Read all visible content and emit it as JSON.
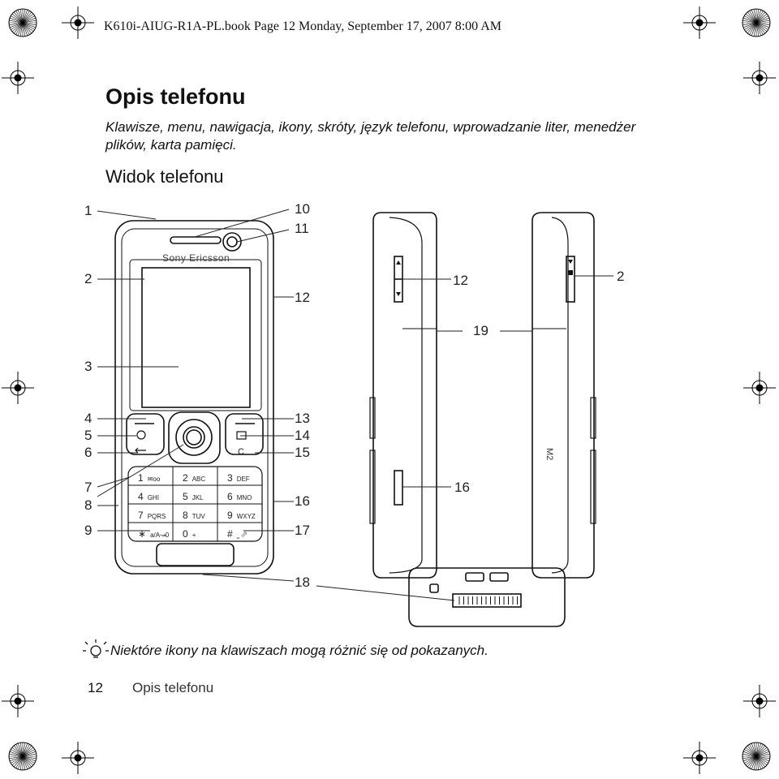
{
  "header": {
    "book_line": "K610i-AIUG-R1A-PL.book  Page 12  Monday, September 17, 2007  8:00 AM"
  },
  "section": {
    "title": "Opis telefonu",
    "intro": "Klawisze, menu, nawigacja, ikony, skróty, język telefonu, wprowadzanie liter, menedżer plików, karta pamięci.",
    "subtitle": "Widok telefonu"
  },
  "diagram": {
    "brand_logo_text": "Sony Ericsson",
    "side_label": "M2",
    "callouts": [
      "1",
      "2",
      "3",
      "4",
      "5",
      "6",
      "7",
      "8",
      "9",
      "10",
      "11",
      "12",
      "13",
      "14",
      "15",
      "16",
      "17",
      "18",
      "19"
    ],
    "side_callouts": {
      "volume": "12",
      "middle": "19",
      "right_key": "2",
      "memory": "16"
    },
    "keypad": [
      {
        "main": "1",
        "sub": "✉oo"
      },
      {
        "main": "2",
        "sub": "ABC"
      },
      {
        "main": "3",
        "sub": "DEF"
      },
      {
        "main": "4",
        "sub": "GHI"
      },
      {
        "main": "5",
        "sub": "JKL"
      },
      {
        "main": "6",
        "sub": "MNO"
      },
      {
        "main": "7",
        "sub": "PQRS"
      },
      {
        "main": "8",
        "sub": "TUV"
      },
      {
        "main": "9",
        "sub": "WXYZ"
      },
      {
        "main": "∗",
        "sub": "a/A↝0"
      },
      {
        "main": "0",
        "sub": "+"
      },
      {
        "main": "#",
        "sub": "⎵ ⇗"
      }
    ],
    "c_key": "C"
  },
  "note": {
    "text": "Niektóre ikony na klawiszach mogą różnić się od pokazanych."
  },
  "footer": {
    "page_number": "12",
    "chapter": "Opis telefonu"
  }
}
